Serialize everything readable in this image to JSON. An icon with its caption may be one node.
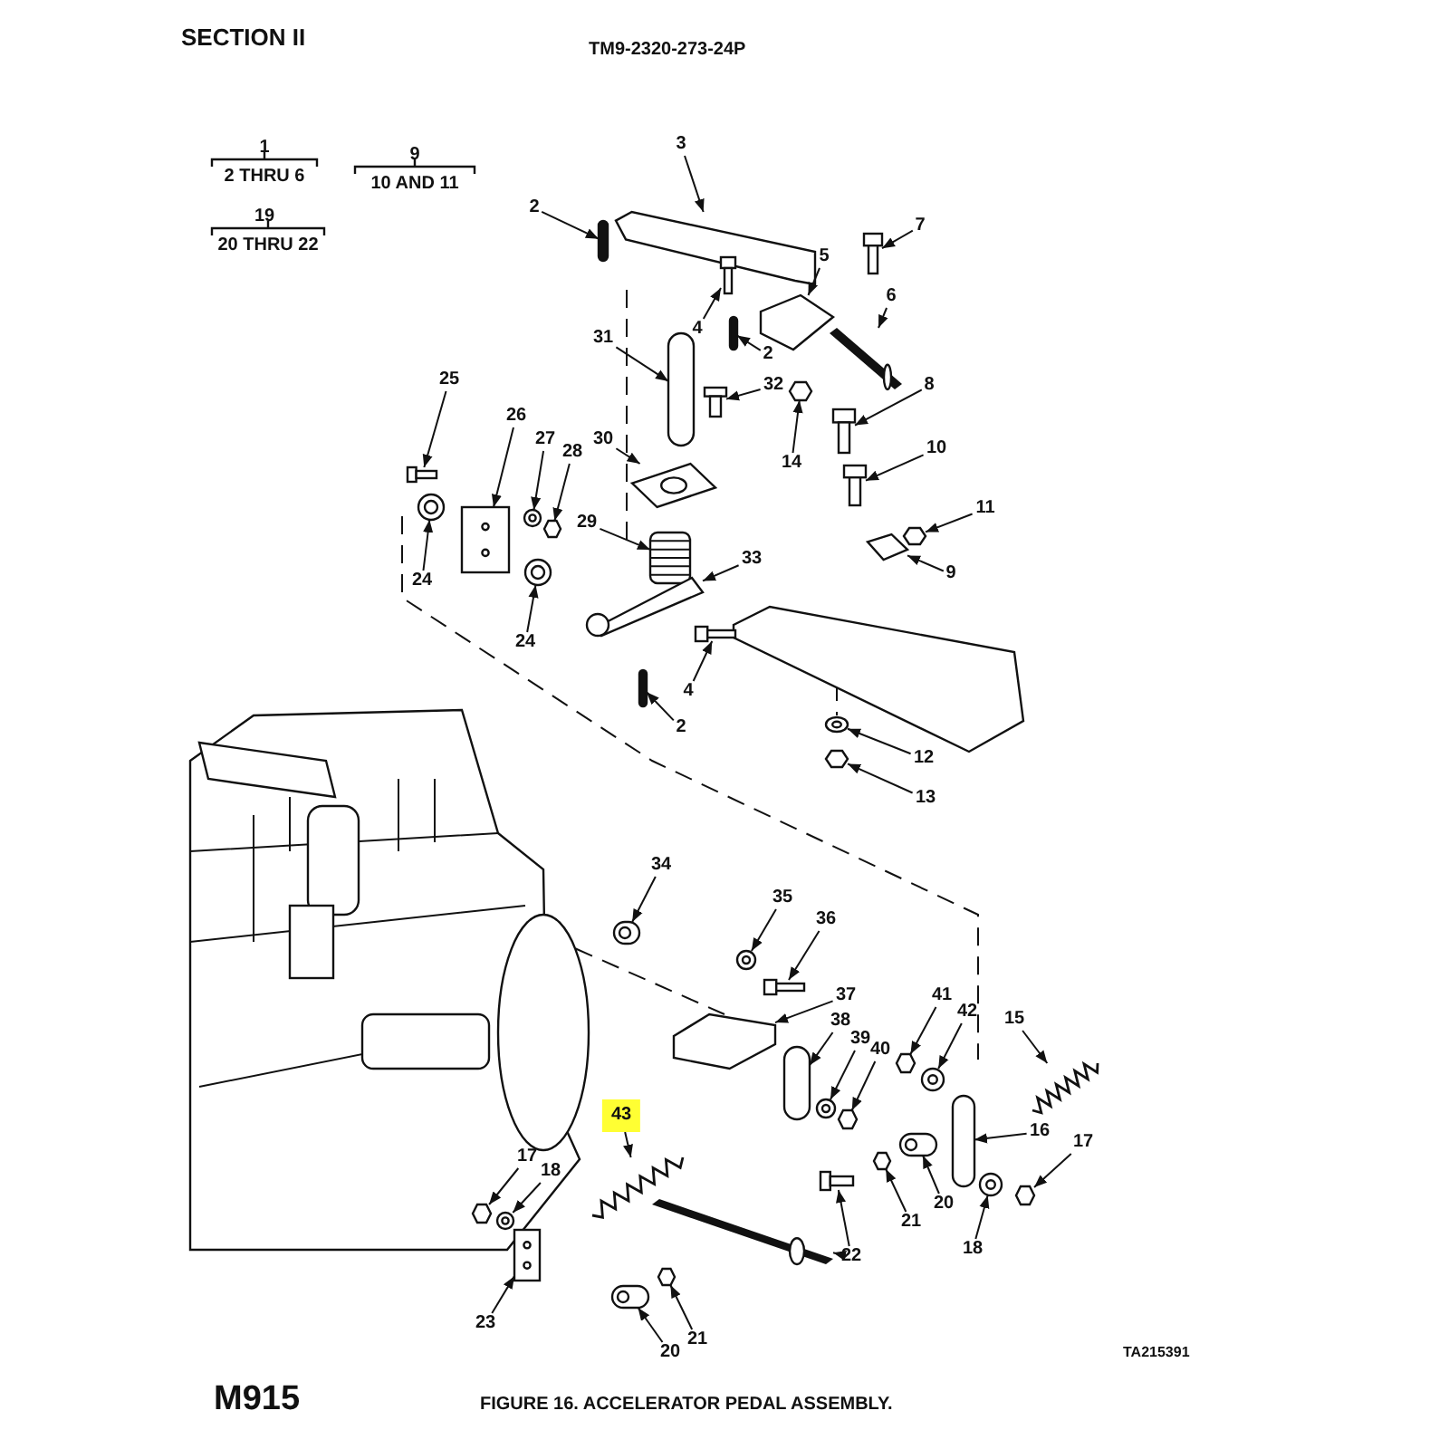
{
  "diagram": {
    "caption": "FIGURE 16. ACCELERATOR PEDAL ASSEMBLY.",
    "nodes": [
      {
        "text": [
          "3"
        ]
      },
      {
        "text": [
          "2"
        ]
      },
      {
        "text": [
          "7"
        ]
      },
      {
        "text": [
          "5"
        ]
      },
      {
        "text": [
          "4"
        ]
      },
      {
        "text": [
          "6"
        ]
      },
      {
        "text": [
          "2"
        ]
      },
      {
        "text": [
          "31"
        ]
      },
      {
        "text": [
          "32"
        ]
      },
      {
        "text": [
          "8"
        ]
      },
      {
        "text": [
          "14"
        ]
      },
      {
        "text": [
          "25"
        ]
      },
      {
        "text": [
          "26"
        ]
      },
      {
        "text": [
          "27"
        ]
      },
      {
        "text": [
          "28"
        ]
      },
      {
        "text": [
          "30"
        ]
      },
      {
        "text": [
          "10"
        ]
      },
      {
        "text": [
          "29"
        ]
      },
      {
        "text": [
          "11"
        ]
      },
      {
        "text": [
          "33"
        ]
      },
      {
        "text": [
          "9"
        ]
      },
      {
        "text": [
          "24"
        ]
      },
      {
        "text": [
          "24"
        ]
      },
      {
        "text": [
          "4"
        ]
      },
      {
        "text": [
          "2"
        ]
      },
      {
        "text": [
          "12"
        ]
      },
      {
        "text": [
          "13"
        ]
      },
      {
        "text": [
          "34"
        ]
      },
      {
        "text": [
          "35"
        ]
      },
      {
        "text": [
          "36"
        ]
      },
      {
        "text": [
          "37"
        ]
      },
      {
        "text": [
          "38"
        ]
      },
      {
        "text": [
          "39"
        ]
      },
      {
        "text": [
          "40"
        ]
      },
      {
        "text": [
          "41"
        ]
      },
      {
        "text": [
          "42"
        ]
      },
      {
        "text": [
          "15"
        ]
      },
      {
        "text": [
          "16"
        ]
      },
      {
        "text": [
          "17"
        ]
      },
      {
        "text": [
          "43"
        ]
      },
      {
        "text": [
          "17"
        ]
      },
      {
        "text": [
          "18"
        ]
      },
      {
        "text": [
          "20"
        ]
      },
      {
        "text": [
          "21"
        ]
      },
      {
        "text": [
          "22"
        ]
      },
      {
        "text": [
          "18"
        ]
      },
      {
        "text": [
          "23"
        ]
      },
      {
        "text": [
          "20"
        ]
      },
      {
        "text": [
          "21"
        ]
      },
      {
        "text": [],
        "shape": "picture"
      },
      {
        "text": [],
        "shape": "bar"
      },
      {
        "text": [],
        "shape": "picture"
      },
      {
        "text": [],
        "shape": "picture"
      },
      {
        "text": [],
        "shape": "picture"
      },
      {
        "text": [],
        "shape": "picture"
      },
      {
        "text": [],
        "shape": "bar"
      },
      {
        "text": [],
        "shape": "bar"
      },
      {
        "text": [],
        "shape": "picture"
      },
      {
        "text": [],
        "shape": "picture"
      },
      {
        "text": [],
        "shape": "hexagon"
      },
      {
        "text": [],
        "shape": "picture"
      },
      {
        "text": [],
        "shape": "picture"
      },
      {
        "text": [],
        "shape": "picture"
      },
      {
        "text": [],
        "shape": "hexagon"
      },
      {
        "text": [],
        "shape": "picture"
      },
      {
        "text": [],
        "shape": "picture"
      },
      {
        "text": [],
        "shape": "picture"
      },
      {
        "text": [],
        "shape": "hexagon"
      },
      {
        "text": [],
        "shape": "picture"
      },
      {
        "text": [],
        "shape": "picture"
      },
      {
        "text": [],
        "shape": "picture"
      },
      {
        "text": [],
        "shape": "picture"
      },
      {
        "text": [],
        "shape": "picture"
      },
      {
        "text": [],
        "shape": "bar"
      },
      {
        "text": [],
        "shape": "picture"
      },
      {
        "text": [],
        "shape": "hexagon"
      },
      {
        "text": [],
        "shape": "picture"
      },
      {
        "text": [],
        "shape": "picture"
      },
      {
        "text": [],
        "shape": "picture"
      },
      {
        "text": [],
        "shape": "picture"
      },
      {
        "text": [],
        "shape": "bar"
      },
      {
        "text": [],
        "shape": "picture"
      },
      {
        "text": [],
        "shape": "hexagon"
      },
      {
        "text": [],
        "shape": "hexagon"
      },
      {
        "text": [],
        "shape": "picture"
      },
      {
        "text": [],
        "shape": "picture"
      },
      {
        "text": [],
        "shape": "bar"
      },
      {
        "text": [],
        "shape": "hexagon"
      },
      {
        "text": [],
        "shape": "picture"
      },
      {
        "text": [],
        "shape": "hexagon"
      },
      {
        "text": [],
        "shape": "picture"
      },
      {
        "text": [],
        "shape": "picture"
      },
      {
        "text": [],
        "shape": "hexagon"
      },
      {
        "text": [],
        "shape": "picture"
      },
      {
        "text": [],
        "shape": "picture"
      },
      {
        "text": [],
        "shape": "picture"
      },
      {
        "text": [],
        "shape": "picture"
      },
      {
        "text": [],
        "shape": "picture"
      },
      {
        "text": [],
        "shape": "hexagon"
      }
    ],
    "edges": [
      {
        "from": 0,
        "to": 49,
        "arrow": "to"
      },
      {
        "from": 1,
        "to": 50,
        "arrow": "to"
      },
      {
        "from": 2,
        "to": 51,
        "arrow": "to"
      },
      {
        "from": 3,
        "to": 52,
        "arrow": "to"
      },
      {
        "from": 4,
        "to": 53,
        "arrow": "to"
      },
      {
        "from": 5,
        "to": 54,
        "arrow": "to"
      },
      {
        "from": 6,
        "to": 55,
        "arrow": "to"
      },
      {
        "from": 7,
        "to": 56,
        "arrow": "to"
      },
      {
        "from": 8,
        "to": 57,
        "arrow": "to"
      },
      {
        "from": 9,
        "to": 58,
        "arrow": "to"
      },
      {
        "from": 10,
        "to": 59,
        "arrow": "to"
      },
      {
        "from": 11,
        "to": 60,
        "arrow": "to"
      },
      {
        "from": 12,
        "to": 61,
        "arrow": "to"
      },
      {
        "from": 13,
        "to": 62,
        "arrow": "to"
      },
      {
        "from": 14,
        "to": 63,
        "arrow": "to"
      },
      {
        "from": 15,
        "to": 64,
        "arrow": "to"
      },
      {
        "from": 16,
        "to": 65,
        "arrow": "to"
      },
      {
        "from": 17,
        "to": 66,
        "arrow": "to"
      },
      {
        "from": 18,
        "to": 67,
        "arrow": "to"
      },
      {
        "from": 19,
        "to": 68,
        "arrow": "to"
      },
      {
        "from": 20,
        "to": 69,
        "arrow": "to"
      },
      {
        "from": 21,
        "to": 70,
        "arrow": "to"
      },
      {
        "from": 22,
        "to": 71,
        "arrow": "to"
      },
      {
        "from": 23,
        "to": 72,
        "arrow": "to"
      },
      {
        "from": 24,
        "to": 73,
        "arrow": "to"
      },
      {
        "from": 25,
        "to": 74,
        "arrow": "to"
      },
      {
        "from": 26,
        "to": 75,
        "arrow": "to"
      },
      {
        "from": 27,
        "to": 76,
        "arrow": "to"
      },
      {
        "from": 28,
        "to": 77,
        "arrow": "to"
      },
      {
        "from": 29,
        "to": 78,
        "arrow": "to"
      },
      {
        "from": 30,
        "to": 79,
        "arrow": "to"
      },
      {
        "from": 31,
        "to": 80,
        "arrow": "to"
      },
      {
        "from": 32,
        "to": 81,
        "arrow": "to"
      },
      {
        "from": 33,
        "to": 82,
        "arrow": "to"
      },
      {
        "from": 34,
        "to": 83,
        "arrow": "to"
      },
      {
        "from": 35,
        "to": 84,
        "arrow": "to"
      },
      {
        "from": 36,
        "to": 85,
        "arrow": "to"
      },
      {
        "from": 37,
        "to": 86,
        "arrow": "to"
      },
      {
        "from": 38,
        "to": 87,
        "arrow": "to"
      },
      {
        "from": 39,
        "to": 88,
        "arrow": "to"
      },
      {
        "from": 40,
        "to": 89,
        "arrow": "to"
      },
      {
        "from": 41,
        "to": 90,
        "arrow": "to"
      },
      {
        "from": 42,
        "to": 91,
        "arrow": "to"
      },
      {
        "from": 43,
        "to": 92,
        "arrow": "to"
      },
      {
        "from": 44,
        "to": 93,
        "arrow": "to"
      },
      {
        "from": 44,
        "to": 94,
        "arrow": "to"
      },
      {
        "from": 45,
        "to": 95,
        "arrow": "to"
      },
      {
        "from": 46,
        "to": 96,
        "arrow": "to"
      },
      {
        "from": 47,
        "to": 97,
        "arrow": "to"
      },
      {
        "from": 48,
        "to": 98,
        "arrow": "to"
      }
    ],
    "labels": [
      "SECTION II",
      "TM9-2320-273-24P",
      "1",
      "2 THRU 6",
      "9",
      "10 AND 11",
      "19",
      "20 THRU 22",
      "TA215391",
      "M915"
    ]
  }
}
